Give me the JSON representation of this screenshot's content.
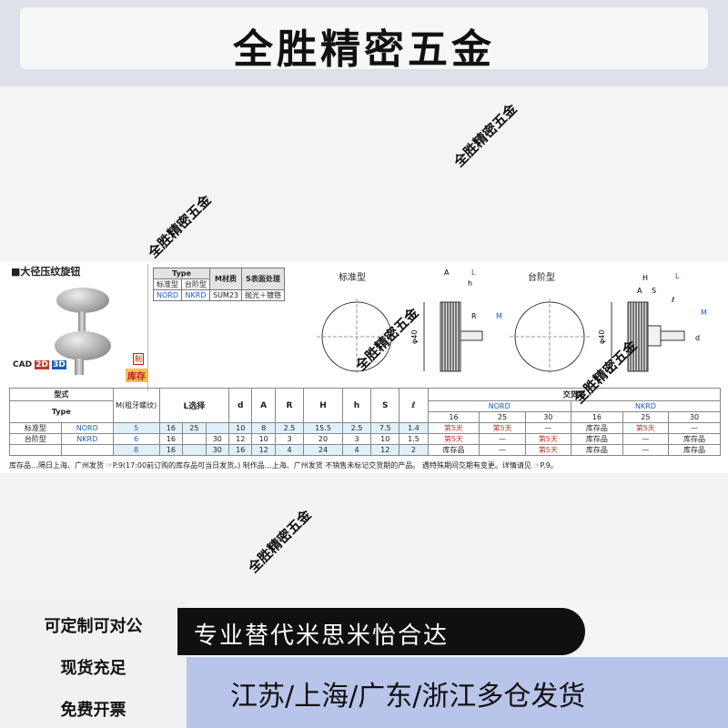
{
  "banner": {
    "title": "全胜精密五金"
  },
  "watermark": "全胜精密五金",
  "product": {
    "name": "■大径压纹旋钮",
    "cad": "CAD",
    "cad_2d": "2D",
    "cad_3d": "3D",
    "badge_custom": "制",
    "badge_stock": "库存"
  },
  "spec_table": {
    "type_header": "Type",
    "material_header": "M材质",
    "surface_header": "S表面处理",
    "standard_label": "标准型",
    "step_label": "台阶型",
    "type_standard": "NORD",
    "type_step": "NKRD",
    "material": "SUM23",
    "surface": "抛光＋镀铬"
  },
  "diagram": {
    "standard_title": "标准型",
    "step_title": "台阶型",
    "dims": {
      "A": "A",
      "L": "L",
      "h": "h",
      "R": "R",
      "M": "M",
      "d40": "φ40",
      "H": "H",
      "S": "S",
      "l": "ℓ",
      "d": "d"
    }
  },
  "main_table": {
    "headers": {
      "type_group": "型式",
      "type": "Type",
      "m": "M(粗牙螺纹)",
      "l_select": "L选择",
      "d": "d",
      "A": "A",
      "R": "R",
      "H": "H",
      "h": "h",
      "S": "S",
      "l": "ℓ",
      "delivery": "交货期",
      "nord": "NORD",
      "nkrd": "NKRD",
      "l16": "16",
      "l25": "25",
      "l30": "30"
    },
    "rows": [
      {
        "kind": "标准型",
        "type": "NORD",
        "m": "5",
        "l1": "16",
        "l2": "25",
        "l3": "",
        "d": "10",
        "A": "8",
        "R": "2.5",
        "H": "15.5",
        "h": "2.5",
        "S": "7.5",
        "l": "1.4",
        "del": [
          "第5天",
          "第5天",
          "—",
          "库存品",
          "第5天",
          "—"
        ]
      },
      {
        "kind": "台阶型",
        "type": "NKRD",
        "m": "6",
        "l1": "16",
        "l2": "",
        "l3": "30",
        "d": "12",
        "A": "10",
        "R": "3",
        "H": "20",
        "h": "3",
        "S": "10",
        "l": "1.5",
        "del": [
          "第5天",
          "—",
          "第5天",
          "库存品",
          "—",
          "库存品"
        ]
      },
      {
        "kind": "",
        "type": "",
        "m": "8",
        "l1": "16",
        "l2": "",
        "l3": "30",
        "d": "16",
        "A": "12",
        "R": "4",
        "H": "24",
        "h": "4",
        "S": "12",
        "l": "2",
        "del": [
          "库存品",
          "—",
          "第5天",
          "库存品",
          "—",
          "库存品"
        ]
      }
    ]
  },
  "notes": "库存品…隔日上海、广州发货 ☞P.9(17:00前订购的库存品可当日发货。)  制作品…上海、广州发货  不销售未标记交货期的产品。  遇特殊期间交期有变更。详情请见 ☞P.9。",
  "footer": {
    "left_items": [
      "可定制可对公",
      "现货充足",
      "免费开票"
    ],
    "dark_text": "专业替代米思米怡合达",
    "blue_text": "江苏/上海/广东/浙江多仓发货"
  }
}
